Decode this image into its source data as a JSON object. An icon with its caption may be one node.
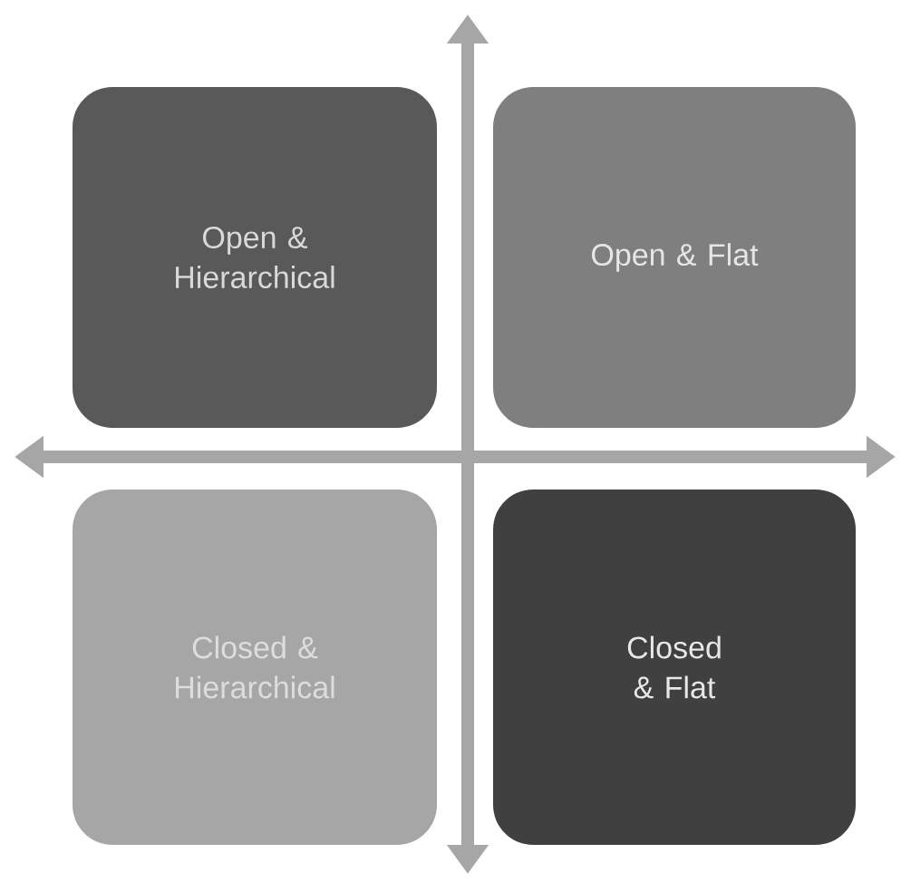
{
  "diagram": {
    "nodes": [
      {
        "text": [
          "Open & Hierarchical"
        ]
      },
      {
        "text": [
          "Open & Flat"
        ]
      },
      {
        "text": [
          "Closed & Hierarchical"
        ]
      },
      {
        "text": [
          "Closed & Flat"
        ]
      }
    ]
  }
}
